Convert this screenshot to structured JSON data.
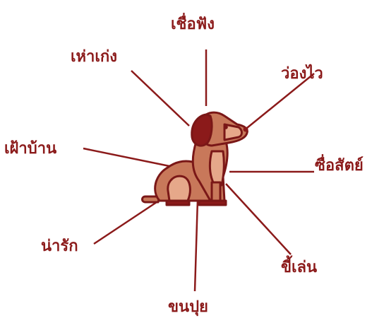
{
  "diagram": {
    "center": {
      "icon": "dog-icon"
    },
    "traits": [
      {
        "id": "loyal-to-listen",
        "text": "เชื่อฟัง"
      },
      {
        "id": "old-clever",
        "text": "เห่าเก่ง"
      },
      {
        "id": "agile",
        "text": "ว่องไว"
      },
      {
        "id": "guard-house",
        "text": "เฝ้าบ้าน"
      },
      {
        "id": "faithful",
        "text": "ซื่อสัตย์"
      },
      {
        "id": "cute",
        "text": "น่ารัก"
      },
      {
        "id": "playful",
        "text": "ขี้เล่น"
      },
      {
        "id": "fluffy",
        "text": "ขนปุย"
      }
    ]
  },
  "colors": {
    "line": "#8b1a1a",
    "label": "#8b1a1a",
    "dog_body": "#c8785a",
    "dog_light": "#e6a88a",
    "dog_dark": "#8b1a1a",
    "dog_outline": "#7a1717"
  }
}
